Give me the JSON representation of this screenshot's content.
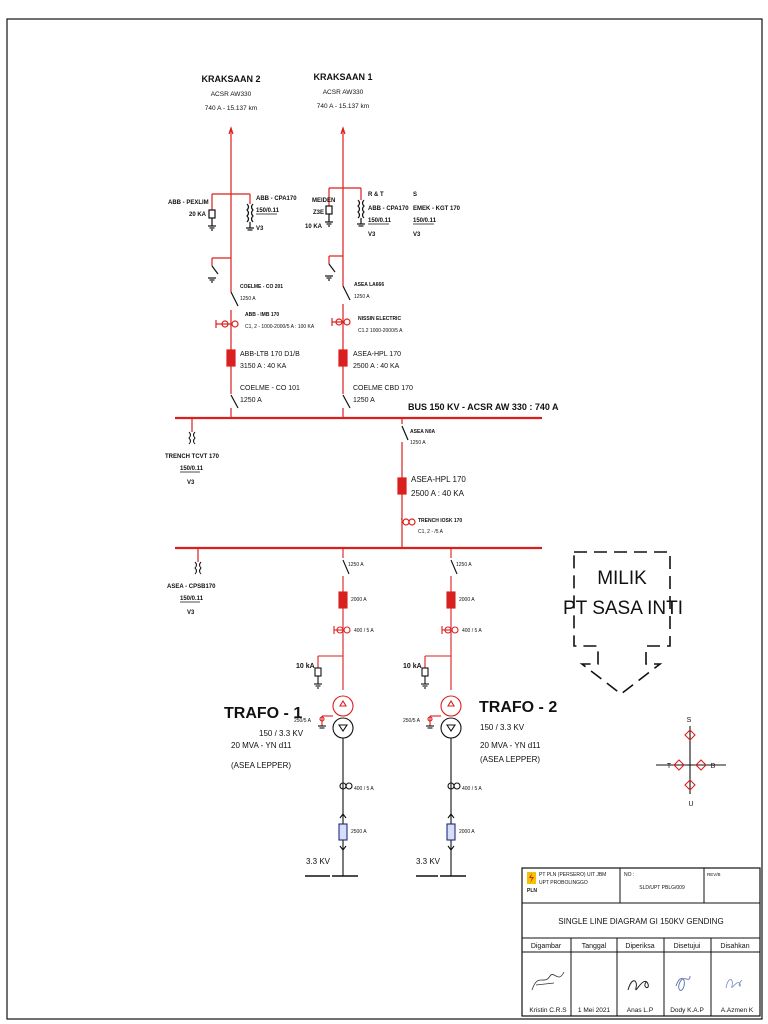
{
  "lines": {
    "kraksaan2": {
      "name": "KRAKSAAN 2",
      "cable": "ACSR AW330",
      "rating": "740 A - 15.137 km"
    },
    "kraksaan1": {
      "name": "KRAKSAAN 1",
      "cable": "ACSR AW330",
      "rating": "740 A - 15.137 km"
    }
  },
  "left_bay": {
    "arrester": [
      "ABB - PEXLIM",
      "20 KA"
    ],
    "cvt": [
      "ABB - CPA170",
      "150/0.11",
      "V3"
    ],
    "ds_line": [
      "COELME - CO 201",
      "1250 A"
    ],
    "ct": [
      "ABB - IMB 170",
      "C1, 2 - 1000-2000/5 A : 100 KA"
    ],
    "cb": [
      "ABB-LTB 170 D1/B",
      "3150 A : 40 KA"
    ],
    "ds_bus": [
      "COELME - CO 101",
      "1250 A"
    ]
  },
  "right_bay": {
    "arrester": [
      "MEIDEN",
      "Z3E",
      "10 KA"
    ],
    "cvt_r": [
      "R & T",
      "ABB - CPA170",
      "150/0.11",
      "V3"
    ],
    "cvt_s": [
      "S",
      "EMEK - KGT 170",
      "150/0.11",
      "V3"
    ],
    "ds_line": [
      "ASEA LA666",
      "1250 A"
    ],
    "ct": [
      "NISSIN ELECTRIC",
      "C1.2 1000-2000/5 A"
    ],
    "cb": [
      "ASEA-HPL 170",
      "2500 A : 40 KA"
    ],
    "ds_bus": [
      "COELME CBD 170",
      "1250 A"
    ]
  },
  "bus1": {
    "label": "BUS 150 KV - ACSR AW 330 : 740 A",
    "vt": [
      "TRENCH TCVT 170",
      "150/0.11",
      "V3"
    ]
  },
  "coupler": {
    "ds": [
      "ASEA N0A",
      "1250 A"
    ],
    "cb": [
      "ASEA-HPL 170",
      "2500 A : 40 KA"
    ],
    "ct": [
      "TRENCH IOSK 170",
      "C1, 2 - /5 A"
    ]
  },
  "bus2": {
    "vt": [
      "ASEA - CPSB170",
      "150/0.11",
      "V3"
    ]
  },
  "trafo1": {
    "ds": "1250 A",
    "cb": "2000 A",
    "ct": "400 / 5 A",
    "la": "10 kA",
    "ngr": "250/5 A",
    "name": "TRAFO - 1",
    "specs": [
      "150 / 3.3 KV",
      "20 MVA - YN d11",
      "(ASEA LEPPER)"
    ],
    "ct_lv": "400 / 5 A",
    "cb_lv": "2500 A",
    "lv": "3.3 KV"
  },
  "trafo2": {
    "ds": "1250 A",
    "cb": "2000 A",
    "ct": "400 / 5 A",
    "la": "10 kA",
    "ngr": "250/5 A",
    "name": "TRAFO - 2",
    "specs": [
      "150 / 3.3 KV",
      "20 MVA - YN d11",
      "(ASEA LEPPER)"
    ],
    "ct_lv": "400 / 5 A",
    "cb_lv": "2000 A",
    "lv": "3.3 KV"
  },
  "owner": {
    "line1": "MILIK",
    "line2": "PT SASA INTI"
  },
  "compass": {
    "n": "S",
    "w": "T",
    "e": "B",
    "s": "U"
  },
  "titleblock": {
    "company": [
      "PT PLN (PERSERO) UIT JBM",
      "UPT PROBOLINGGO"
    ],
    "logo_text": "PLN",
    "no_label": "NO :",
    "no_value": "SLD/UPT PBLG/009",
    "rev": "REV/B",
    "title": "SINGLE LINE DIAGRAM GI 150KV GENDING",
    "headers": [
      "Digambar",
      "Tanggal",
      "Diperiksa",
      "Disetujui",
      "Disahkan"
    ],
    "names": [
      "Kristin C.R.S",
      "1 Mei 2021",
      "Anas L.P",
      "Dody K.A.P",
      "A.Azmen K"
    ]
  }
}
